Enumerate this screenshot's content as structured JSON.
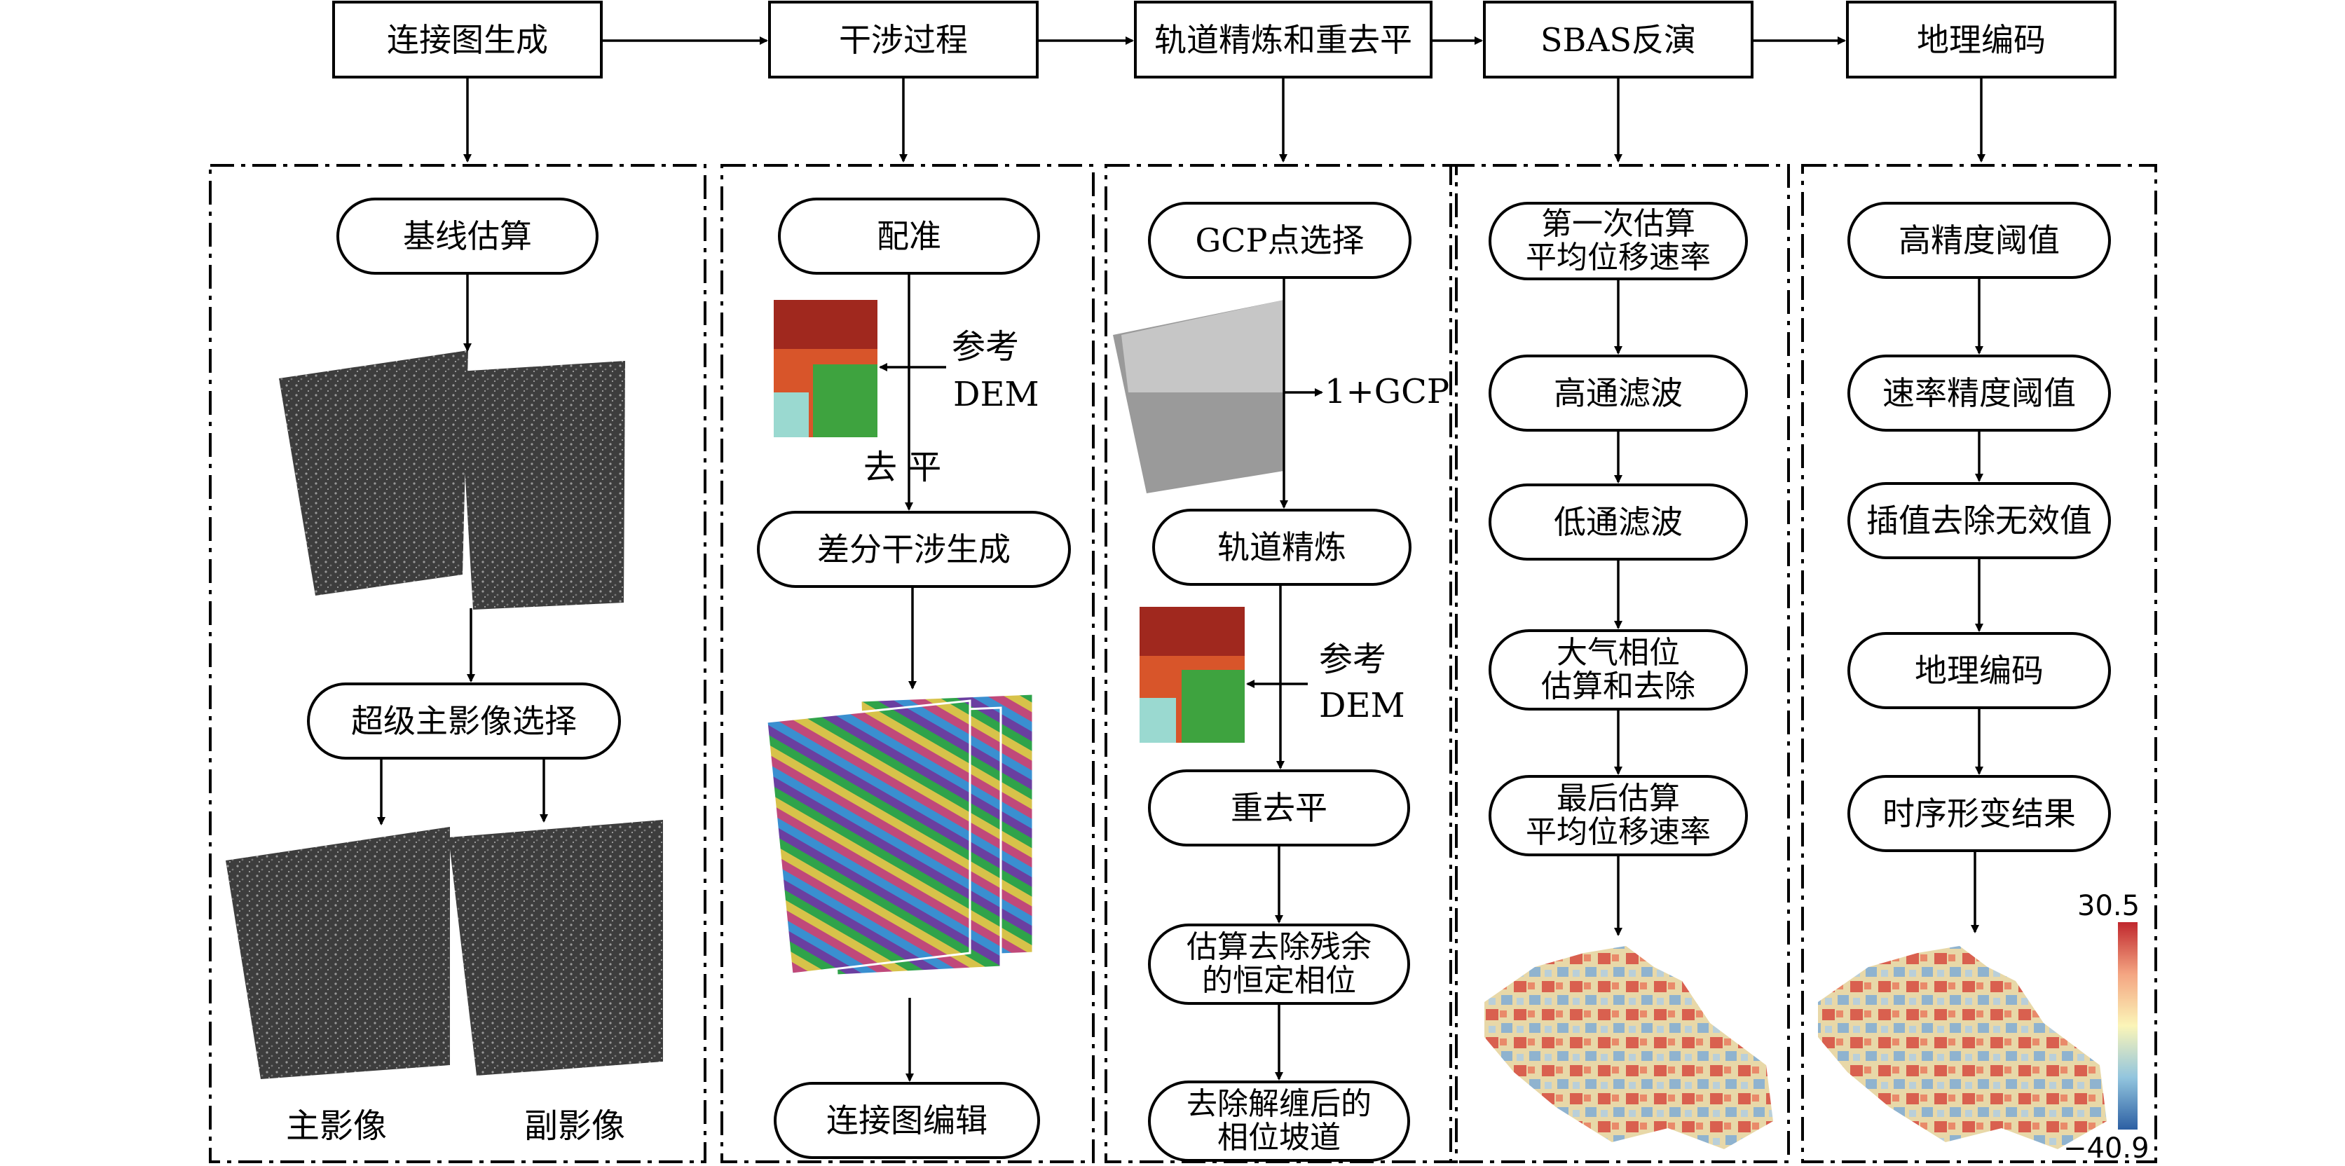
{
  "top_steps": [
    "连接图生成",
    "干涉过程",
    "轨道精炼和重去平",
    "SBAS反演",
    "地理编码"
  ],
  "col1": {
    "baseline": "基线估算",
    "super_master": "超级主影像选择",
    "master_label": "主影像",
    "slave_label": "副影像"
  },
  "col2": {
    "coregistration": "配准",
    "ref_dem_line1": "参考",
    "ref_dem_line2": "DEM",
    "flatten_label": "去  平",
    "diff_interferogram": "差分干涉生成",
    "connection_edit": "连接图编辑"
  },
  "col3": {
    "gcp_select": "GCP点选择",
    "gcp_label": "1+GCP",
    "orbit_refine": "轨道精炼",
    "ref_dem_line1": "参考",
    "ref_dem_line2": "DEM",
    "reflatten": "重去平",
    "residual_line1": "估算去除残余",
    "residual_line2": "的恒定相位",
    "ramp_line1": "去除解缠后的",
    "ramp_line2": "相位坡道"
  },
  "col4": {
    "first_est_line1": "第一次估算",
    "first_est_line2": "平均位移速率",
    "highpass": "高通滤波",
    "lowpass": "低通滤波",
    "atmo_line1": "大气相位",
    "atmo_line2": "估算和去除",
    "final_est_line1": "最后估算",
    "final_est_line2": "平均位移速率"
  },
  "col5": {
    "high_precision": "高精度阈值",
    "rate_precision": "速率精度阈值",
    "interp": "插值去除无效值",
    "geocode": "地理编码",
    "result": "时序形变结果"
  },
  "colorbar": {
    "max": "30.5",
    "min": "−40.9",
    "colors": [
      "#c0272d",
      "#f4a582",
      "#fbf5b8",
      "#92c5de",
      "#2c5fa3"
    ]
  }
}
